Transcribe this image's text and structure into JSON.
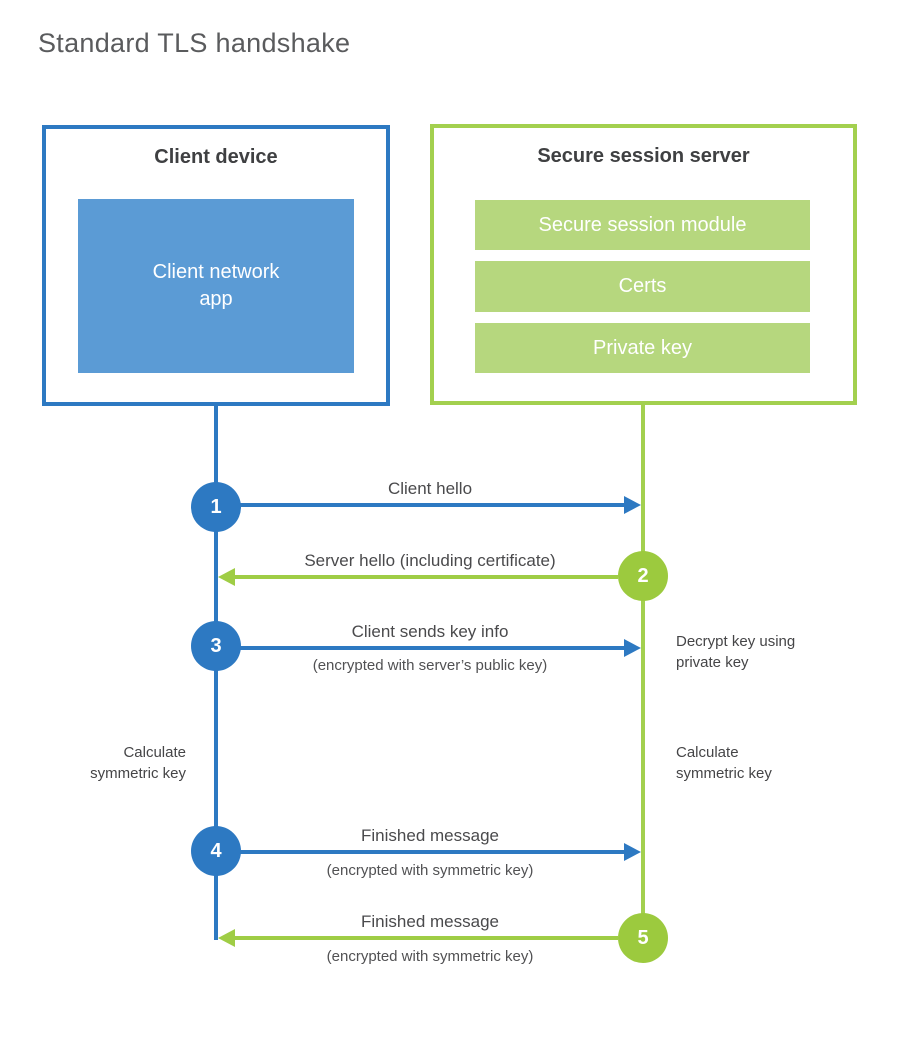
{
  "title": "Standard TLS handshake",
  "colors": {
    "blue_accent": "#2d79c2",
    "blue_fill": "#5b9bd5",
    "green_accent": "#a3d04f",
    "green_circle": "#9cca3e",
    "green_fill": "#b6d77e",
    "title_text": "#5a5b5d",
    "heading_text": "#3f4042",
    "label_text": "#4a4a4c"
  },
  "client": {
    "heading": "Client device",
    "app": {
      "line1": "Client network",
      "line2": "app"
    }
  },
  "server": {
    "heading": "Secure session server",
    "modules": [
      {
        "label": "Secure session module"
      },
      {
        "label": "Certs"
      },
      {
        "label": "Private key"
      }
    ]
  },
  "steps": [
    {
      "number": "1",
      "label": "Client hello",
      "sublabel": "",
      "direction": "client-to-server",
      "color": "blue"
    },
    {
      "number": "2",
      "label": "Server hello (including certificate)",
      "sublabel": "",
      "direction": "server-to-client",
      "color": "green"
    },
    {
      "number": "3",
      "label": "Client sends key info",
      "sublabel": "(encrypted with server’s public key)",
      "direction": "client-to-server",
      "color": "blue"
    },
    {
      "number": "4",
      "label": "Finished message",
      "sublabel": "(encrypted with symmetric key)",
      "direction": "client-to-server",
      "color": "blue"
    },
    {
      "number": "5",
      "label": "Finished message",
      "sublabel": "(encrypted with symmetric key)",
      "direction": "server-to-client",
      "color": "green"
    }
  ],
  "annotations": {
    "server_decrypt": {
      "line1": "Decrypt key using",
      "line2": "private key"
    },
    "client_calculate": {
      "line1": "Calculate",
      "line2": "symmetric key"
    },
    "server_calculate": {
      "line1": "Calculate",
      "line2": "symmetric key"
    }
  }
}
